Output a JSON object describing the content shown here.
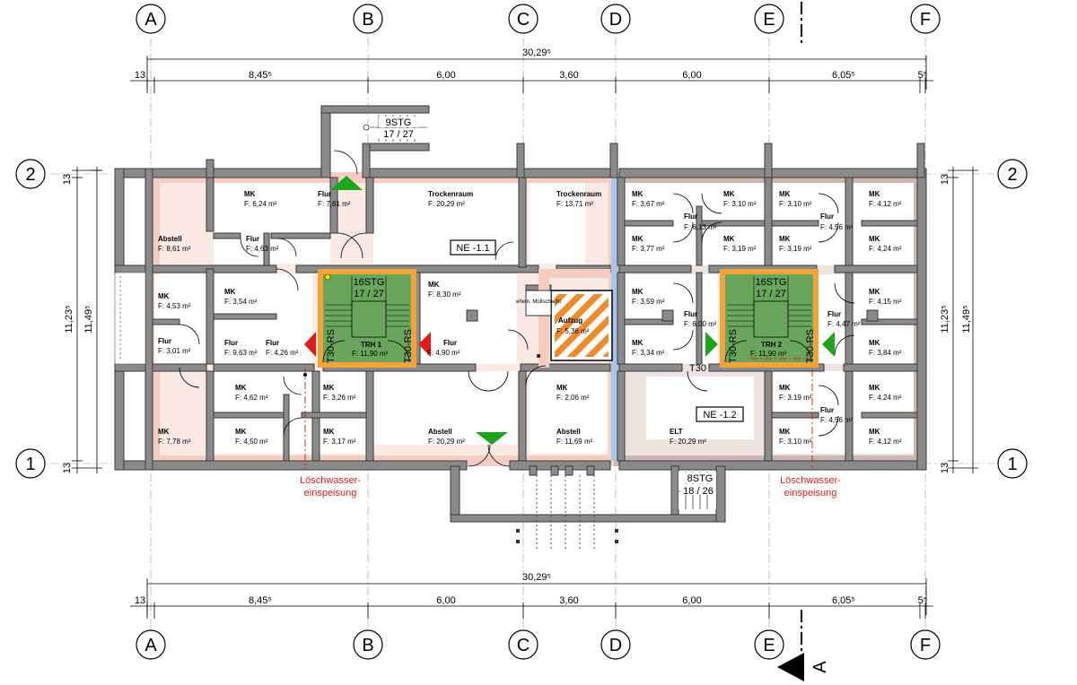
{
  "axes": {
    "columns": [
      "A",
      "B",
      "C",
      "D",
      "E",
      "F"
    ],
    "rows": [
      "2",
      "1"
    ],
    "section_marker": "A"
  },
  "dimensions": {
    "overall_width": "30,29⁵",
    "segments": [
      "13",
      "8,45⁵",
      "6,00",
      "3,60",
      "6,00",
      "6,05⁵",
      "5⁵"
    ],
    "vertical_left": [
      "13",
      "11,23⁵",
      "11,49⁵",
      "13"
    ],
    "vertical_right": [
      "13",
      "11,23⁵",
      "11,49⁵",
      "13"
    ]
  },
  "rooms": {
    "r_mk_624": {
      "title": "MK",
      "area": "F: 6,24 m²"
    },
    "r_flur_761": {
      "title": "Flur",
      "area": "F: 7,61 m²"
    },
    "r_trocken_2029": {
      "title": "Trockenraum",
      "area": "F:     20,29 m²"
    },
    "r_trocken_1371": {
      "title": "Trockenraum",
      "area": "F:     13,71 m²"
    },
    "r_abstell_861": {
      "title": "Abstell",
      "area": "F: 8,61 m²"
    },
    "r_flur_463": {
      "title": "Flur",
      "area": "F: 4,63 m²"
    },
    "r_mk_453": {
      "title": "MK",
      "area": "F: 4,53 m²"
    },
    "r_mk_354": {
      "title": "MK",
      "area": "F: 3,54 m²"
    },
    "r_mk_830": {
      "title": "MK",
      "area": "F: 8,30 m²"
    },
    "r_flur_301": {
      "title": "Flur",
      "area": "F: 3,01 m²"
    },
    "r_flur_963": {
      "title": "Flur",
      "area": "F: 9,63 m²"
    },
    "r_flur_426": {
      "title": "Flur",
      "area": "F: 4,26 m²"
    },
    "r_trh1": {
      "title": "TRH 1",
      "area": "F: 11,90 m²"
    },
    "r_flur_490": {
      "title": "Flur",
      "area": "F: 4,90 m²"
    },
    "r_aufzug": {
      "title": "Aufzug",
      "area": "F: 5,36 m²"
    },
    "r_mk_462": {
      "title": "MK",
      "area": "F: 4,62 m²"
    },
    "r_mk_326": {
      "title": "MK",
      "area": "F: 3,26 m²"
    },
    "r_mk_206": {
      "title": "MK",
      "area": "F: 2,06 m²"
    },
    "r_mk_778": {
      "title": "MK",
      "area": "F: 7,78 m²"
    },
    "r_mk_450": {
      "title": "MK",
      "area": "F: 4,50 m²"
    },
    "r_mk_317": {
      "title": "MK",
      "area": "F: 3,17 m²"
    },
    "r_abstell_2029": {
      "title": "Abstell",
      "area": "F: 20,29 m²"
    },
    "r_abstell_1169": {
      "title": "Abstell",
      "area": "F: 11,69 m²"
    },
    "r_mk_367": {
      "title": "MK",
      "area": "F: 3,67 m²"
    },
    "r_mk_310a": {
      "title": "MK",
      "area": "F: 3,10 m²"
    },
    "r_flur_613": {
      "title": "Flur",
      "area": "F: 6,13 m²"
    },
    "r_mk_377": {
      "title": "MK",
      "area": "F: 3,77 m²"
    },
    "r_mk_319a": {
      "title": "MK",
      "area": "F: 3,19 m²"
    },
    "r_mk_359": {
      "title": "MK",
      "area": "F: 3,59 m²"
    },
    "r_flur_600": {
      "title": "Flur",
      "area": "F: 6,00 m²"
    },
    "r_mk_334": {
      "title": "MK",
      "area": "F: 3,34 m²"
    },
    "r_trh2": {
      "title": "TRH 2",
      "area": "F: 11,90 m²"
    },
    "r_elt": {
      "title": "ELT",
      "area": "F: 20,29 m²"
    },
    "r_mk_310b": {
      "title": "MK",
      "area": "F: 3,10 m²"
    },
    "r_mk_412a": {
      "title": "MK",
      "area": "F: 4,12 m²"
    },
    "r_flur_456a": {
      "title": "Flur",
      "area": "F: 4,56 m²"
    },
    "r_mk_319b": {
      "title": "MK",
      "area": "F: 3,19 m²"
    },
    "r_mk_424a": {
      "title": "MK",
      "area": "F: 4,24 m²"
    },
    "r_mk_415": {
      "title": "MK",
      "area": "F: 4,15 m²"
    },
    "r_flur_447": {
      "title": "Flur",
      "area": "F: 4,47 m²"
    },
    "r_mk_384": {
      "title": "MK",
      "area": "F: 3,84 m²"
    },
    "r_mk_319c": {
      "title": "MK",
      "area": "F: 3,19 m²"
    },
    "r_mk_424b": {
      "title": "MK",
      "area": "F: 4,24 m²"
    },
    "r_flur_456b": {
      "title": "Flur",
      "area": "F: 4,56 m²"
    },
    "r_mk_310c": {
      "title": "MK",
      "area": "F: 3,10 m²"
    },
    "r_mk_412b": {
      "title": "MK",
      "area": "F: 4,12 m²"
    }
  },
  "labels": {
    "ne_1": "NE -1.1",
    "ne_2": "NE -1.2",
    "muellschacht": "ehem. Müllschacht",
    "t30_rs": "T30-RS",
    "t30": "T30",
    "loeschwasser_left_1": "Löschwasser-",
    "loeschwasser_left_2": "einspeisung",
    "loeschwasser_right_1": "Löschwasser-",
    "loeschwasser_right_2": "einspeisung"
  },
  "stairs": {
    "s9_top": "9STG",
    "s9_bottom": "17 / 27",
    "s16a_top": "16STG",
    "s16a_bottom": "17 / 27",
    "s16b_top": "16STG",
    "s16b_bottom": "17 / 27",
    "s8_top": "8STG",
    "s8_bottom": "18 / 26"
  },
  "colors": {
    "wall": "#8a8a8a",
    "zone_left": "#f6d8cf",
    "zone_right": "#cdb9b0",
    "stair_green": "#6aa55c",
    "stair_orange": "#f0a43a",
    "elevator_hatch": "#f08a2a",
    "fire_red": "#e31b1b",
    "exit_green": "#1ea51e",
    "column_blue": "#a9c3ea"
  }
}
